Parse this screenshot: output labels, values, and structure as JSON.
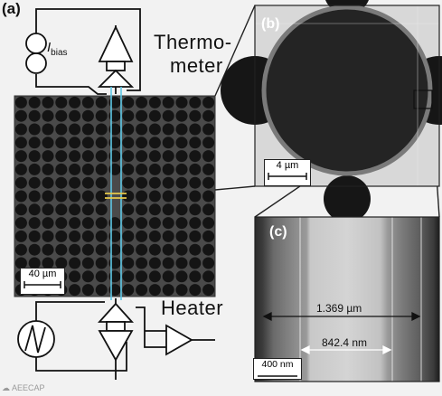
{
  "figure": {
    "panel_a_label": "(a)",
    "panel_b_label": "(b)",
    "panel_c_label": "(c)",
    "thermometer_label_line1": "Thermo-",
    "thermometer_label_line2": "meter",
    "heater_label": "Heater",
    "bias_symbol": "I",
    "bias_subscript": "bias",
    "scalebar_a": "40 µm",
    "scalebar_b": "4 µm",
    "scalebar_c": "400 nm",
    "measurement_outer": "1.369 µm",
    "measurement_inner": "842.4 nm",
    "watermark": "☁ AEECAP"
  },
  "colors": {
    "lattice_bg": "#4a4a4a",
    "hole_fill": "#141414",
    "thermometer_line": "#5ec8e6",
    "heater_line": "#e6c84a",
    "sem_bg": "#d8d8d8"
  }
}
